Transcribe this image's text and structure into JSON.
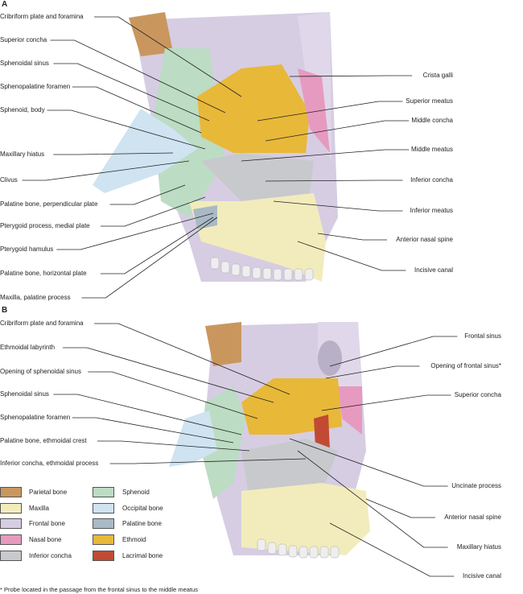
{
  "panel_a": {
    "letter": "A",
    "left_labels": [
      "Cribriform plate and foramina",
      "Superior concha",
      "Sphenoidal sinus",
      "Sphenopalatine foramen",
      "Sphenoid, body",
      "Maxillary hiatus",
      "Clivus",
      "Palatine bone, perpendicular plate",
      "Pterygoid process, medial plate",
      "Pterygoid hamulus",
      "Palatine bone, horizontal plate",
      "Maxilla, palatine process"
    ],
    "right_labels": [
      "Crista galli",
      "Superior meatus",
      "Middle concha",
      "Middle meatus",
      "Inferior concha",
      "Inferior meatus",
      "Anterior nasal spine",
      "Incisive canal"
    ]
  },
  "panel_b": {
    "letter": "B",
    "left_labels": [
      "Cribriform plate and foramina",
      "Ethmoidal labyrinth",
      "Opening of sphenoidal sinus",
      "Sphenoidal sinus",
      "Sphenopalatine foramen",
      "Palatine bone, ethmoidal crest",
      "Inferior concha, ethmoidal process"
    ],
    "right_labels": [
      "Frontal sinus",
      "Opening of frontal sinus*",
      "Superior concha",
      "Uncinate process",
      "Anterior nasal spine",
      "Maxillary hiatus",
      "Incisive canal"
    ]
  },
  "legend": [
    {
      "label": "Parietal bone",
      "color": "#c9975e"
    },
    {
      "label": "Maxilla",
      "color": "#f2ecbc"
    },
    {
      "label": "Frontal bone",
      "color": "#d6cde3"
    },
    {
      "label": "Nasal bone",
      "color": "#e79ac0"
    },
    {
      "label": "Inferior concha",
      "color": "#c8c9cc"
    },
    {
      "label": "Sphenoid",
      "color": "#bcdcc3"
    },
    {
      "label": "Occipital bone",
      "color": "#cfe3f1"
    },
    {
      "label": "Palatine bone",
      "color": "#a9bac6"
    },
    {
      "label": "Ethmoid",
      "color": "#e8b839"
    },
    {
      "label": "Lacrimal bone",
      "color": "#c24a34"
    }
  ],
  "footnote": "* Probe located in the passage from the frontal sinus to the middle meatus"
}
